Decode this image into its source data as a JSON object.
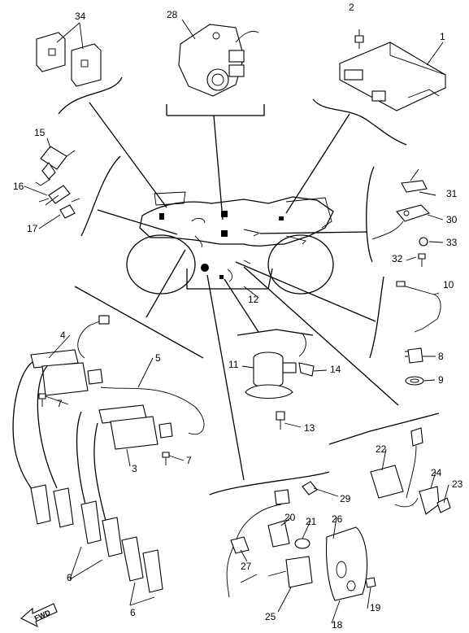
{
  "diagram": {
    "callouts": [
      "1",
      "2",
      "3",
      "4",
      "5",
      "6",
      "6",
      "7",
      "7",
      "8",
      "9",
      "10",
      "11",
      "12",
      "13",
      "14",
      "15",
      "16",
      "17",
      "18",
      "19",
      "20",
      "21",
      "22",
      "23",
      "24",
      "25",
      "26",
      "27",
      "28",
      "29",
      "30",
      "31",
      "32",
      "33",
      "34"
    ],
    "fwd_label": "FWD"
  }
}
